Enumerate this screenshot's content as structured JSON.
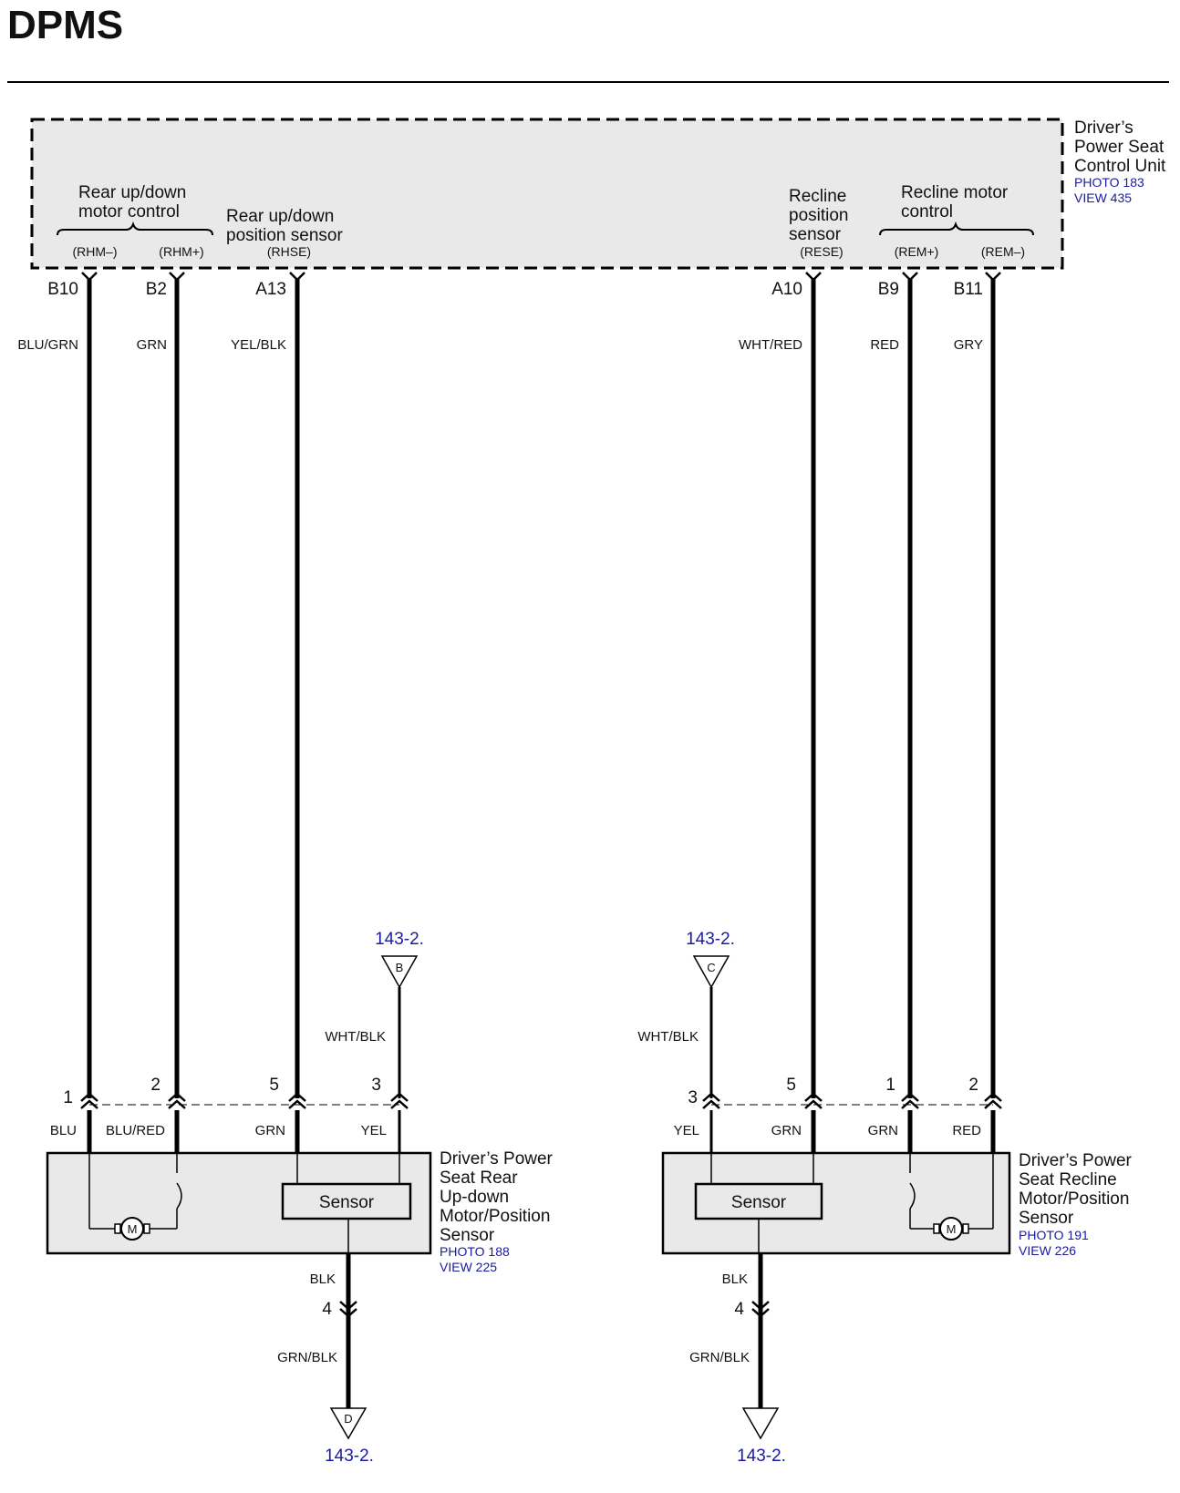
{
  "title": "DPMS",
  "control_unit": {
    "name_lines": [
      "Driver’s",
      "Power Seat",
      "Control Unit"
    ],
    "photo": "PHOTO 183",
    "view": "VIEW 435",
    "groups": {
      "rear_motor": [
        "Rear up/down",
        "motor control"
      ],
      "rear_sensor": [
        "Rear up/down",
        "position sensor"
      ],
      "recline_sensor": [
        "Recline",
        "position",
        "sensor"
      ],
      "recline_motor": [
        "Recline motor",
        "control"
      ]
    }
  },
  "wires": [
    {
      "signal": "(RHM–)",
      "pin": "B10",
      "color": "BLU/GRN",
      "comp_pin": "1",
      "comp_color": "BLU"
    },
    {
      "signal": "(RHM+)",
      "pin": "B2",
      "color": "GRN",
      "comp_pin": "2",
      "comp_color": "BLU/RED"
    },
    {
      "signal": "(RHSE)",
      "pin": "A13",
      "color": "YEL/BLK",
      "comp_pin": "5",
      "comp_color": "GRN"
    },
    {
      "signal": "(RESE)",
      "pin": "A10",
      "color": "WHT/RED",
      "comp_pin": "5",
      "comp_color": "GRN"
    },
    {
      "signal": "(REM+)",
      "pin": "B9",
      "color": "RED",
      "comp_pin": "1",
      "comp_color": "GRN"
    },
    {
      "signal": "(REM–)",
      "pin": "B11",
      "color": "GRY",
      "comp_pin": "2",
      "comp_color": "RED"
    }
  ],
  "refs": {
    "b": {
      "letter": "B",
      "page": "143-2.",
      "wire": "WHT/BLK",
      "pin": "3",
      "comp_color": "YEL"
    },
    "c": {
      "letter": "C",
      "page": "143-2.",
      "wire": "WHT/BLK",
      "pin": "3",
      "comp_color": "YEL"
    },
    "d": {
      "letter": "D",
      "page": "143-2.",
      "top_color": "BLK",
      "pin": "4",
      "bottom_color": "GRN/BLK"
    },
    "e": {
      "page": "143-2.",
      "top_color": "BLK",
      "pin": "4",
      "bottom_color": "GRN/BLK"
    }
  },
  "left_component": {
    "name_lines": [
      "Driver’s Power",
      "Seat Rear",
      "Up-down",
      "Motor/Position",
      "Sensor"
    ],
    "photo": "PHOTO 188",
    "view": "VIEW 225",
    "sensor_label": "Sensor",
    "motor_label": "M"
  },
  "right_component": {
    "name_lines": [
      "Driver’s Power",
      "Seat Recline",
      "Motor/Position",
      "Sensor"
    ],
    "photo": "PHOTO 191",
    "view": "VIEW 226",
    "sensor_label": "Sensor",
    "motor_label": "M"
  }
}
